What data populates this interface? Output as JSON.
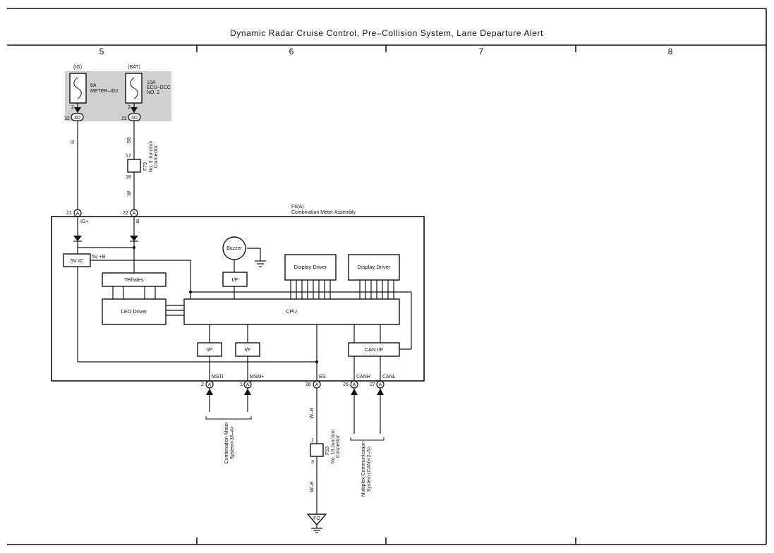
{
  "title": "Dynamic Radar Cruise Control,  Pre–Collision System,  Lane Departure Alert",
  "columns": [
    "5",
    "6",
    "7",
    "8"
  ],
  "fuses": [
    {
      "source": "(IG)",
      "rating": "6A",
      "name": "METER–IG2",
      "pin_top": "2",
      "pin_num": "32",
      "conn": "3D"
    },
    {
      "source": "(BAT)",
      "rating": "10A",
      "name": "ECU–DCC",
      "name2": "NO. 2",
      "pin_top": "2",
      "pin_num": "22",
      "conn": "3D"
    }
  ],
  "wire_colors": {
    "g": "G",
    "sb": "SB",
    "w": "W",
    "wb_top": "W–B",
    "wb_bottom": "W–B"
  },
  "junction_f79": {
    "pin_top": "17",
    "pin_bottom": "18",
    "code": "F79",
    "name": "No. 3 Junction",
    "name2": "Connector"
  },
  "junction_f53": {
    "pin_top": "1",
    "pin_bottom": "3",
    "code": "F53",
    "name": "No. 10 Junction",
    "name2": "Connector"
  },
  "meter": {
    "code": "F6(A)",
    "name": "Combination Meter Assembly"
  },
  "inputs": [
    {
      "num": "21",
      "conn": "A",
      "label": "IG+"
    },
    {
      "num": "22",
      "conn": "A",
      "label": "B"
    }
  ],
  "blocks": {
    "ic": "5V IC",
    "ic_note": "5V  +B",
    "buzzer": "Buzzer",
    "if_buzzer": "I/F",
    "telltales": "Telltales",
    "led_driver": "LED Driver",
    "cpu": "CPU",
    "display1": "Display Driver",
    "display2": "Display Driver",
    "if_msti": "I/F",
    "if_msm": "I/F",
    "can_if": "CAN I/F"
  },
  "outputs": [
    {
      "num": "2",
      "conn": "A",
      "label": "MSTI"
    },
    {
      "num": "1",
      "conn": "A",
      "label": "MSM+"
    },
    {
      "num": "28",
      "conn": "A",
      "label": "ES"
    },
    {
      "num": "26",
      "conn": "A",
      "label": "CANH"
    },
    {
      "num": "27",
      "conn": "A",
      "label": "CANL"
    }
  ],
  "notes": {
    "comb_line1": "Combination Meter",
    "comb_line2": "System<36–4>",
    "mux_line1": "Multiplex Communication",
    "mux_line2": "System (CAN)<2–5>"
  },
  "ground": "FO",
  "colors": {
    "fuse_bg": "#d0d0d0",
    "ink": "#111111"
  }
}
